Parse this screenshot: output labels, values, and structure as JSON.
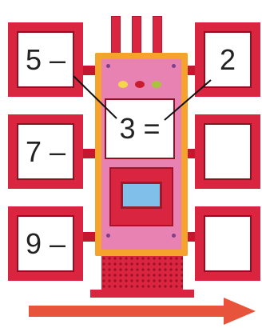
{
  "exercise": {
    "input_left": {
      "top": "5 –",
      "middle": "7 –",
      "bottom": "9 –"
    },
    "output_right": {
      "top": "2",
      "middle": "",
      "bottom": ""
    },
    "machine_display": "3 =",
    "direction": "left-to-right"
  },
  "colors": {
    "frame_red": "#d9253f",
    "machine_orange": "#f6a32d",
    "machine_pink": "#e882b3",
    "arrow_red": "#e8533c",
    "screen_blue": "#7fbfea"
  },
  "icons": [
    "direction-arrow-icon",
    "indicator-lamp-icon",
    "pointer-line-icon"
  ]
}
